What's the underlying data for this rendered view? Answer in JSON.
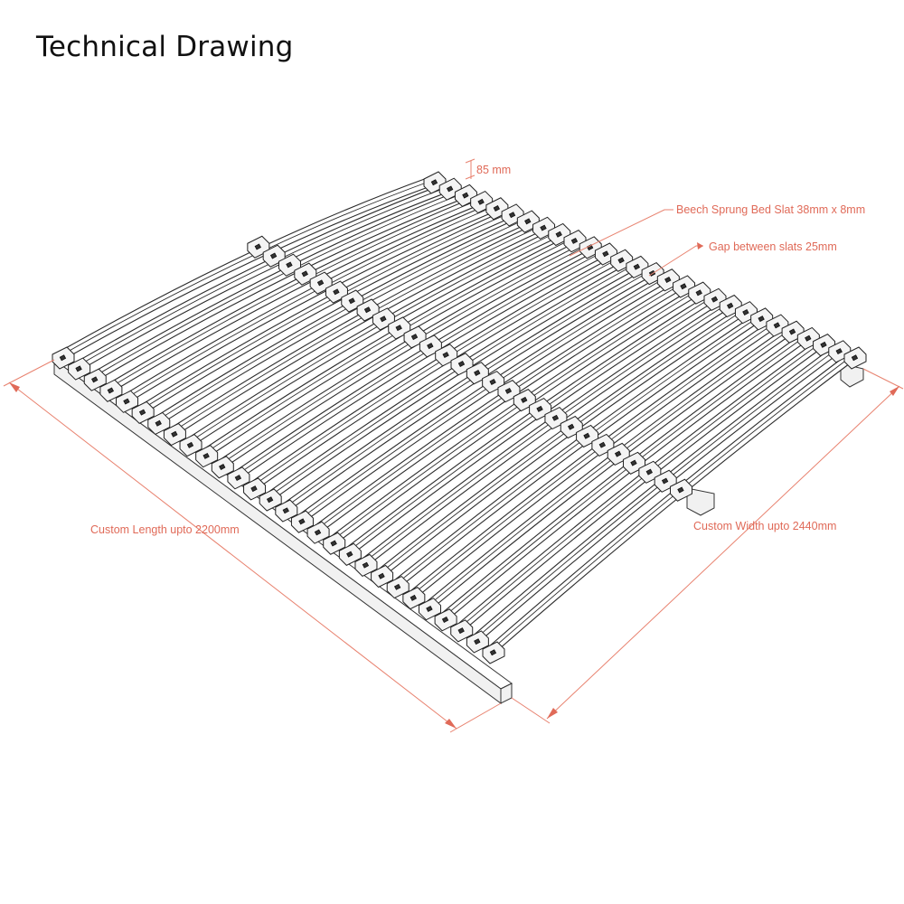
{
  "title": "Technical Drawing",
  "annotations": {
    "height": "85 mm",
    "slat": "Beech Sprung Bed Slat 38mm x 8mm",
    "gap": "Gap between slats 25mm",
    "length": "Custom Length upto 2200mm",
    "width": "Custom Width upto 2440mm"
  },
  "colors": {
    "dimension": "#e06a58",
    "outline": "#2b2b2b",
    "frame_fill": "#f1f1f1"
  },
  "slat_count": 28
}
